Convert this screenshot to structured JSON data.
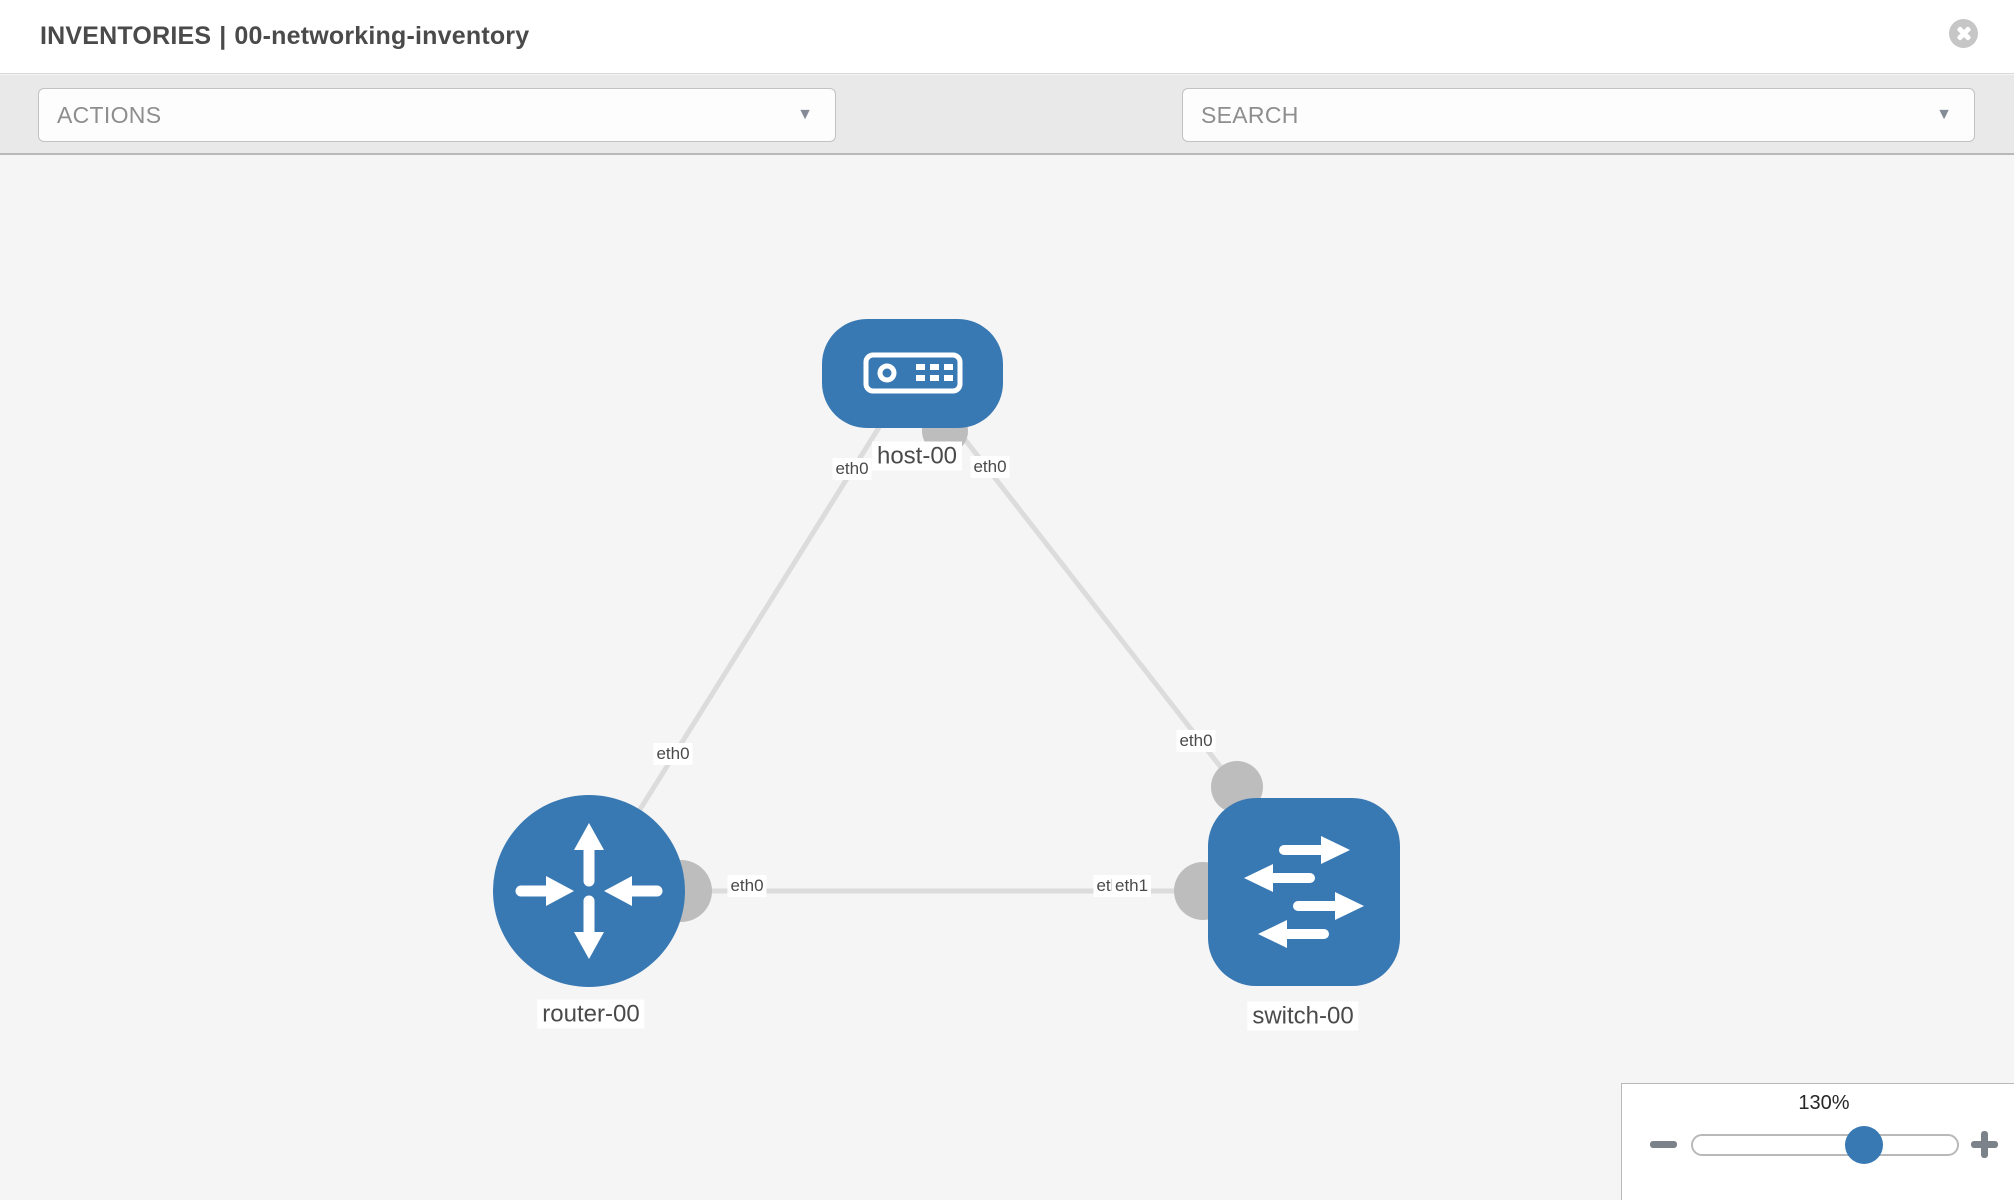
{
  "window": {
    "breadcrumb_section": "INVENTORIES",
    "breadcrumb_separator": "|",
    "inventory_name": "00-networking-inventory"
  },
  "toolbar": {
    "actions_label": "ACTIONS",
    "search_label": "SEARCH",
    "caret": "▼",
    "icon_names": [
      "wrench-icon",
      "key-icon"
    ]
  },
  "diagram": {
    "nodes": [
      {
        "id": "host-00",
        "type": "host",
        "label": "host-00"
      },
      {
        "id": "router-00",
        "type": "router",
        "label": "router-00"
      },
      {
        "id": "switch-00",
        "type": "switch",
        "label": "switch-00"
      }
    ],
    "links": [
      {
        "source": "host-00",
        "target": "router-00",
        "source_interface": "eth0",
        "target_interface": "eth0"
      },
      {
        "source": "host-00",
        "target": "switch-00",
        "source_interface": "eth0",
        "target_interface": "eth0"
      },
      {
        "source": "router-00",
        "target": "switch-00",
        "source_interface": "eth0",
        "target_interface": "eth1",
        "overlapped_interface": "eth0"
      }
    ],
    "labels": {
      "host": "host-00",
      "router": "router-00",
      "switch": "switch-00",
      "host_left_if": "eth0",
      "host_right_if": "eth0",
      "router_top_if": "eth0",
      "switch_top_if": "eth0",
      "router_right_if": "eth0",
      "switch_left_if_under": "eth0",
      "switch_left_if": "eth1"
    },
    "colors": {
      "node_blue": "#3979b3",
      "link_gray": "#dcdcdc",
      "connector_gray": "#bdbdbd",
      "canvas_bg": "#f5f5f5"
    }
  },
  "zoom_control": {
    "level": "130%"
  }
}
